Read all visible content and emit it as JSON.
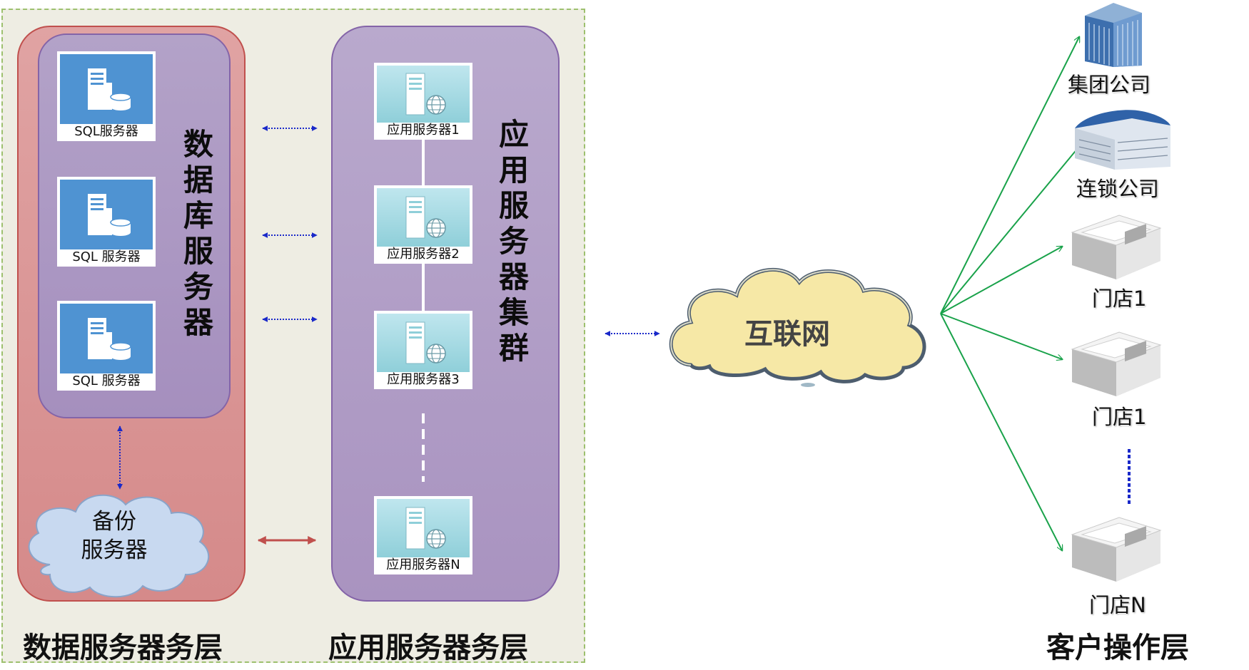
{
  "data_layer": {
    "title": "数据库服务器",
    "bottom_label": "数据服务器务层",
    "servers": [
      {
        "label": "SQL服务器"
      },
      {
        "label": "SQL 服务器"
      },
      {
        "label": "SQL 服务器"
      }
    ],
    "backup": {
      "line1": "备份",
      "line2": "服务器"
    }
  },
  "app_layer": {
    "title": "应用服务器集群",
    "bottom_label": "应用服务器务层",
    "servers": [
      {
        "label": "应用服务器1"
      },
      {
        "label": "应用服务器2"
      },
      {
        "label": "应用服务器3"
      },
      {
        "label": "应用服务器N"
      }
    ]
  },
  "internet": {
    "label": "互联网"
  },
  "client_layer": {
    "bottom_label": "客户操作层",
    "clients": [
      {
        "label": "集团公司",
        "icon": "office-tower-icon"
      },
      {
        "label": "连锁公司",
        "icon": "corporate-building-icon"
      },
      {
        "label": "门店1",
        "icon": "store-box-icon"
      },
      {
        "label": "门店1",
        "icon": "store-box-icon"
      },
      {
        "label": "门店N",
        "icon": "store-box-icon"
      }
    ]
  },
  "colors": {
    "link_blue": "#1a29c9",
    "link_red": "#c0504d",
    "link_green": "#19a24a",
    "frame_green": "#9dc06e"
  }
}
